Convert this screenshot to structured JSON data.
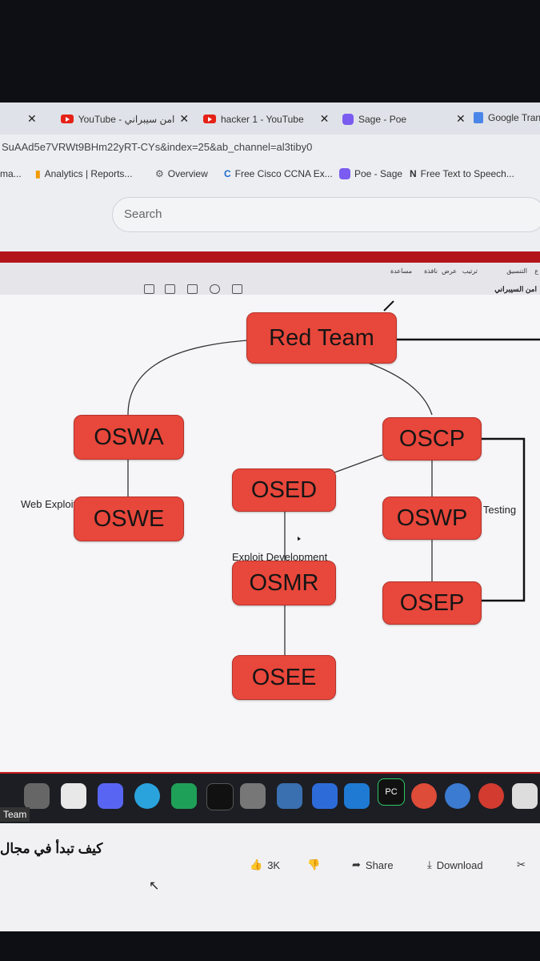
{
  "browser": {
    "tabs": [
      {
        "label": "YouTube - امن سيبراني",
        "icon": "youtube-icon"
      },
      {
        "label": "hacker 1 - YouTube",
        "icon": "youtube-icon"
      },
      {
        "label": "Sage - Poe",
        "icon": "poe-icon"
      },
      {
        "label": "Google Trans",
        "icon": "google-translate-icon"
      }
    ],
    "url": "SuAAd5e7VRWt9BHm22yRT-CYs&index=25&ab_channel=al3tiby0",
    "bookmarks": [
      {
        "label": "ma..."
      },
      {
        "label": "Analytics | Reports..."
      },
      {
        "label": "Overview"
      },
      {
        "label": "Free Cisco CCNA Ex..."
      },
      {
        "label": "Poe - Sage"
      },
      {
        "label": "Free Text to Speech..."
      }
    ],
    "search_placeholder": "Search"
  },
  "keynote": {
    "menu_items": [
      "مساعدة",
      "نافذة",
      "عرض",
      "ترتيب",
      "التنسيق",
      "ع"
    ],
    "doc_title": "امن السيبراني"
  },
  "diagram": {
    "root": "Red Team",
    "branches": {
      "web": {
        "label": "Web Exploitation",
        "nodes": [
          "OSWA",
          "OSWE"
        ]
      },
      "exploit": {
        "label": "Exploit Development",
        "nodes": [
          "OSED",
          "OSMR",
          "OSEE"
        ]
      },
      "pentest": {
        "label": "Penetration Testing",
        "nodes": [
          "OSCP",
          "OSWP",
          "OSEP"
        ]
      }
    }
  },
  "dock": {
    "badge": "PC",
    "team_label": "Team"
  },
  "video": {
    "title": "كيف تبدأ في مجال",
    "likes": "3K",
    "share_label": "Share",
    "download_label": "Download"
  },
  "colors": {
    "node_fill": "#e8473b",
    "keynote_red": "#b3141a"
  }
}
